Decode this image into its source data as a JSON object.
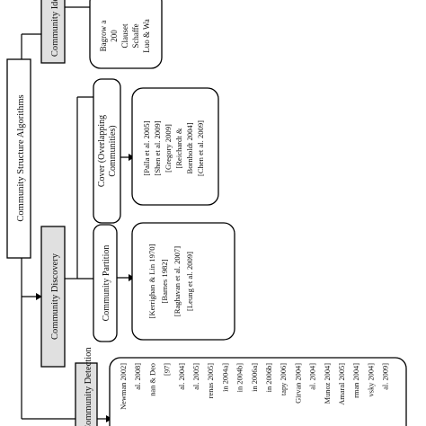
{
  "root": {
    "label": "Community Structure Algorithms"
  },
  "categories": {
    "community_detection": {
      "label": "Community Detection"
    },
    "community_discovery": {
      "label": "Community Discovery"
    },
    "community_top": {
      "label": "Community Ide"
    }
  },
  "subcategories": {
    "community_partition": {
      "label": "Community Partition"
    },
    "cover": {
      "label_line1": "Cover (Overlapping",
      "label_line2": "Communities)"
    }
  },
  "refs": {
    "top": [
      "Bagrow a",
      "200",
      "Clauset",
      "Schaffe",
      "Luo & Wa"
    ],
    "cover": [
      "[Palla et al. 2005]",
      "[Shen et al. 2009]",
      "[Gregory 2009]",
      "[Reichardt &",
      "Bornholdt 2004]",
      "[Chen et al. 2009]"
    ],
    "partition": [
      "[Kerrighan & Lin 1970]",
      "[Barnes 1982]",
      "[Raghavan et al. 2007]",
      "[Leung et al. 2009]"
    ],
    "detection": [
      "Newman 2002]",
      "al. 2008]",
      "nan & Deo",
      "[97]",
      "al. 2004]",
      "al. 2005]",
      "renas 2005]",
      "in 2004a]",
      "in 2004b]",
      "in 2006a]",
      "in 2006b]",
      "tapy 2006]",
      "Girvan 2004]",
      "al. 2004]",
      "Munoz 2004]",
      "Amaral 2005]",
      "rman 2004]",
      "vsky 2004]",
      "al. 2009]"
    ]
  }
}
